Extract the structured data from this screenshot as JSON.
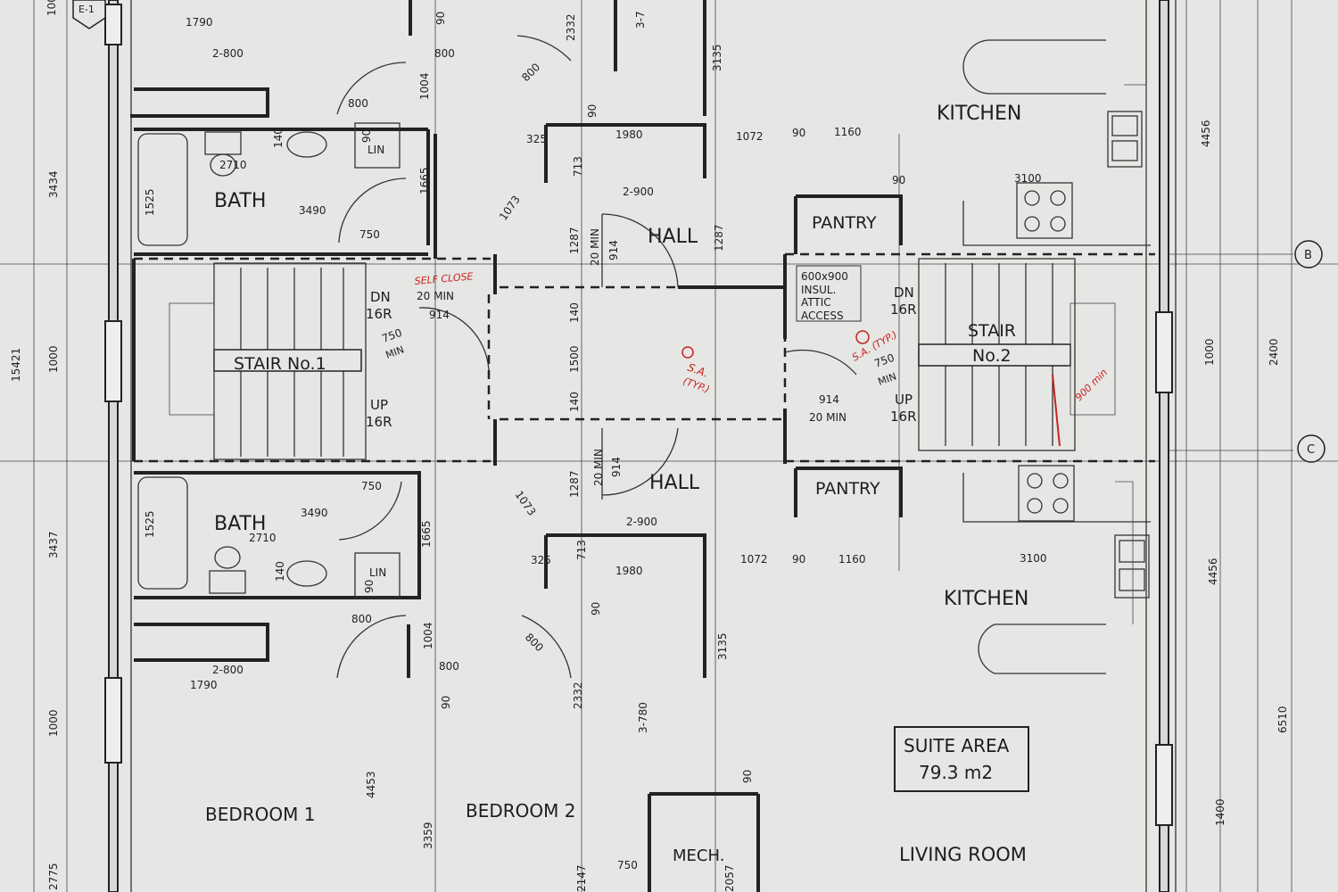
{
  "rooms": {
    "kitchen_top": "KITCHEN",
    "kitchen_bottom": "KITCHEN",
    "bath_top": "BATH",
    "bath_bottom": "BATH",
    "hall_top": "HALL",
    "hall_bottom": "HALL",
    "pantry_top": "PANTRY",
    "pantry_bottom": "PANTRY",
    "stair1": "STAIR No.1",
    "stair2_line1": "STAIR",
    "stair2_line2": "No.2",
    "bedroom1": "BEDROOM 1",
    "bedroom2": "BEDROOM 2",
    "mech": "MECH.",
    "living": "LIVING ROOM"
  },
  "labels": {
    "lin_top": "LIN",
    "lin_bottom": "LIN",
    "dn1": "DN",
    "dn1_r": "16R",
    "up1": "UP",
    "up1_r": "16R",
    "dn2": "DN",
    "dn2_r": "16R",
    "up2": "UP",
    "up2_r": "16R",
    "attic_1": "600x900",
    "attic_2": "INSUL.",
    "attic_3": "ATTIC",
    "attic_4": "ACCESS",
    "min_20_a": "20 MIN",
    "min_20_b": "20 MIN",
    "min_20_c": "20 MIN",
    "min_20_d": "20 MIN",
    "min_a": "MIN",
    "min_b": "MIN",
    "suite_area_1": "SUITE AREA",
    "suite_area_2": "79.3 m2",
    "grid_b": "B",
    "grid_c": "C",
    "sheet_ref": "E-1"
  },
  "dimensions": {
    "d1790_top": "1790",
    "d2800_top": "2-800",
    "d800_top_a": "800",
    "d90_a": "90",
    "d1004_top": "1004",
    "d800_top_b": "800",
    "d800_door_top": "800",
    "d2332_top": "2332",
    "d3780_top": "3-7",
    "d3135_top": "3135",
    "d90_lin_top": "90",
    "d140_top": "140",
    "d2710_top": "2710",
    "d1525_top": "1525",
    "d3490_top": "3490",
    "d1665_top": "1665",
    "d90_b": "90",
    "d325_top": "325",
    "d1980_top": "1980",
    "d713_top": "713",
    "d2900_top": "2-900",
    "d1072_top": "1072",
    "d90_c": "90",
    "d1160_top": "1160",
    "d3100_top": "3100",
    "d90_d": "90",
    "d4456_top": "4456",
    "d1073_top": "1073",
    "d750_top": "750",
    "d1287_top_a": "1287",
    "d914_top": "914",
    "d1287_top_b": "1287",
    "d914_stair1": "914",
    "d750_stair1": "750",
    "d140_mid_a": "140",
    "d1500": "1500",
    "d140_mid_b": "140",
    "d914_stair2": "914",
    "d750_stair2": "750",
    "d1287_bot": "1287",
    "d914_bot": "914",
    "d1073_bot": "1073",
    "d750_bot": "750",
    "d1525_bot": "1525",
    "d3490_bot": "3490",
    "d2710_bot": "2710",
    "d1665_bot": "1665",
    "d2900_bot": "2-900",
    "d325_bot": "325",
    "d713_bot": "713",
    "d1980_bot": "1980",
    "d1072_bot": "1072",
    "d90_e": "90",
    "d1160_bot": "1160",
    "d3100_bot": "3100",
    "d140_bot": "140",
    "d90_lin_bot": "90",
    "d800_bot_a": "800",
    "d1004_bot": "1004",
    "d800_bot_b": "800",
    "d800_door_bot": "800",
    "d90_f": "90",
    "d2800_bot": "2-800",
    "d1790_bot": "1790",
    "d2332_bot": "2332",
    "d3780_bot": "3-780",
    "d3135_bot": "3135",
    "d90_g": "90",
    "d4456_bot": "4456",
    "d6510": "6510",
    "d1400": "1400",
    "d1000_right": "1000",
    "d2400": "2400",
    "d15421": "15421",
    "d3434": "3434",
    "d1000_left_a": "1000",
    "d3437": "3437",
    "d1000_left_b": "1000",
    "d2775": "2775",
    "d4453": "4453",
    "d3359": "3359",
    "d2147": "2147",
    "d750_mech": "750",
    "d2057": "2057",
    "d100": "100"
  },
  "annotations": {
    "self_close": "SELF CLOSE",
    "sa_1a": "S.A.",
    "sa_1b": "(TYP.)",
    "sa_2": "S.A. (TYP.)",
    "min_900": "900 min"
  },
  "colors": {
    "paper": "#e6e6e4",
    "ink": "#1d1d1d",
    "markup_red": "#c8231e"
  }
}
